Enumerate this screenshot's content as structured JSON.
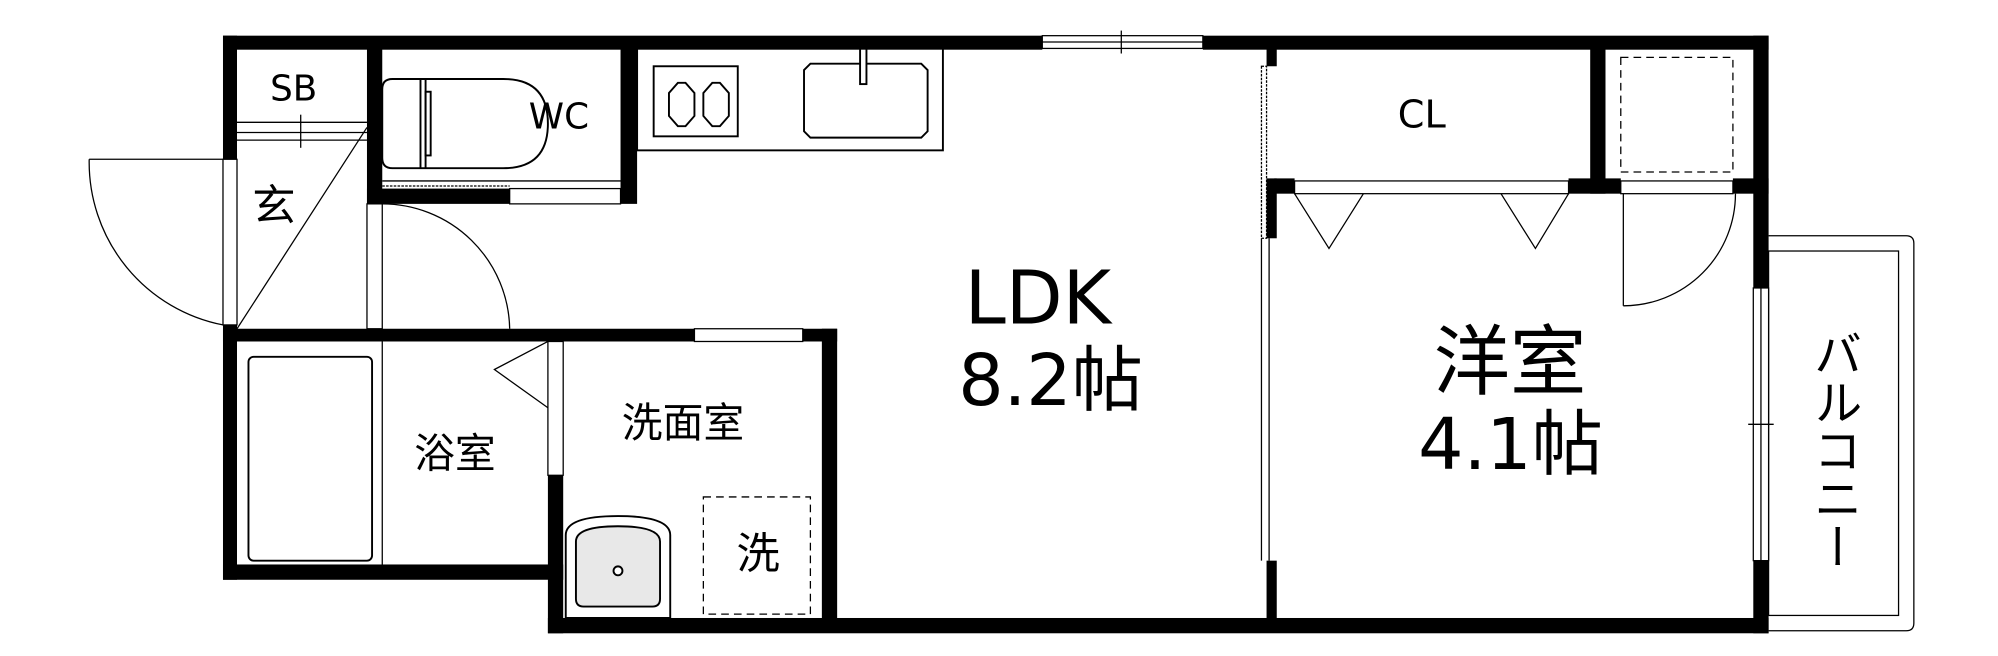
{
  "plan": {
    "type": "apartment floor plan (1LDK)",
    "colors": {
      "wall": "#000000",
      "background": "#ffffff",
      "sink_fill": "#e8e8e8"
    },
    "rooms": [
      {
        "id": "sb",
        "label": "SB",
        "meaning": "shoe box"
      },
      {
        "id": "wc",
        "label": "WC",
        "meaning": "toilet"
      },
      {
        "id": "genkan",
        "label": "玄",
        "meaning": "entrance"
      },
      {
        "id": "bath",
        "label": "浴室",
        "meaning": "bathroom"
      },
      {
        "id": "washroom",
        "label": "洗面室",
        "meaning": "washroom"
      },
      {
        "id": "washer",
        "label": "洗",
        "meaning": "washing machine space"
      },
      {
        "id": "ldk",
        "label": "LDK",
        "size": "8.2帖"
      },
      {
        "id": "closet",
        "label": "CL",
        "meaning": "closet"
      },
      {
        "id": "western",
        "label": "洋室",
        "size": "4.1帖"
      },
      {
        "id": "balcony",
        "label": "バルコニー"
      }
    ],
    "fixtures": [
      "two-burner stove",
      "kitchen sink",
      "toilet",
      "bathtub",
      "wash basin",
      "washing machine pan",
      "storage unit"
    ]
  }
}
